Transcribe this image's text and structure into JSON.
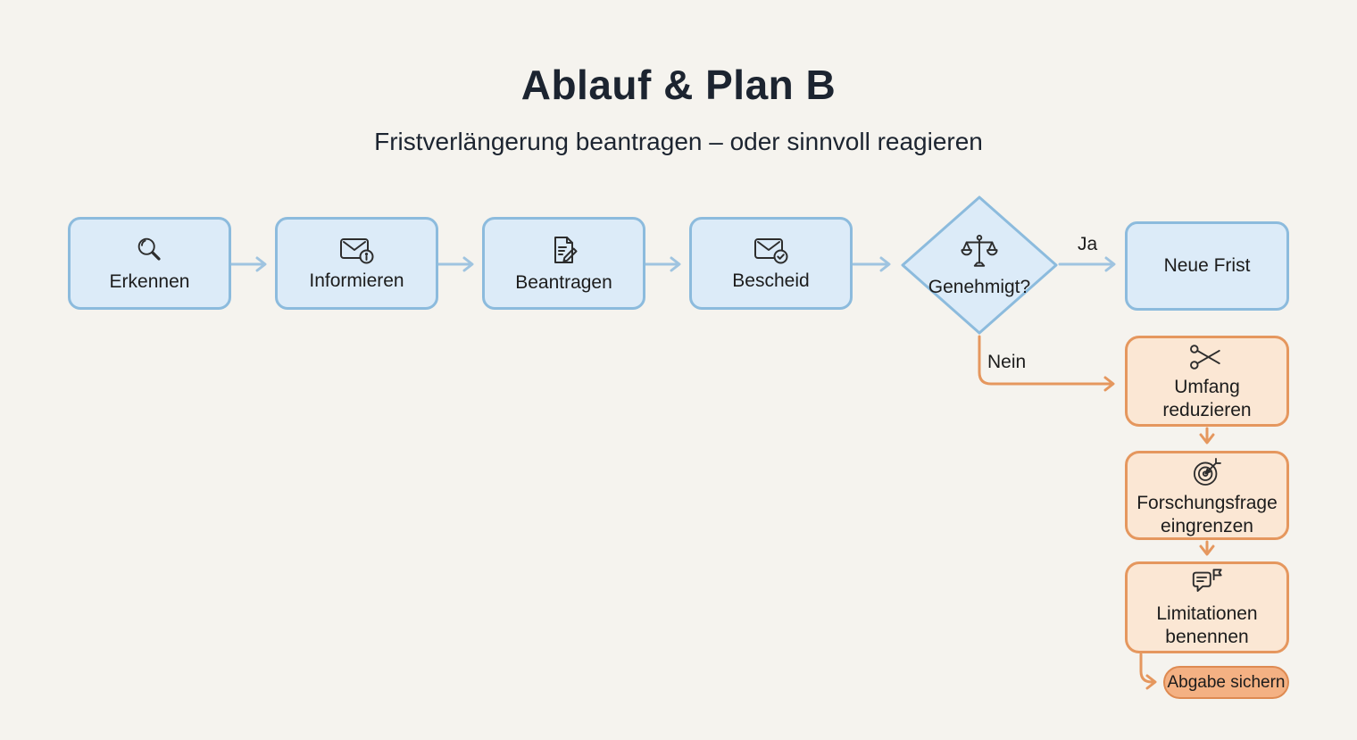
{
  "header": {
    "title": "Ablauf & Plan B",
    "subtitle": "Fristverlängerung beantragen – oder sinnvoll reagieren"
  },
  "flow": {
    "steps": [
      {
        "label": "Erkennen",
        "icon": "search-icon"
      },
      {
        "label": "Informieren",
        "icon": "mail-info-icon"
      },
      {
        "label": "Beantragen",
        "icon": "document-edit-icon"
      },
      {
        "label": "Bescheid",
        "icon": "mail-check-icon"
      }
    ],
    "decision": {
      "label": "Genehmigt?",
      "icon": "scales-icon",
      "yes_label": "Ja",
      "no_label": "Nein"
    },
    "yes_path": [
      {
        "label": "Neue Frist"
      }
    ],
    "no_path": [
      {
        "label": "Umfang reduzieren",
        "icon": "scissors-icon"
      },
      {
        "label": "Forschungsfrage eingrenzen",
        "icon": "target-icon"
      },
      {
        "label": "Limitationen benennen",
        "icon": "message-flag-icon"
      },
      {
        "label": "Abgabe sichern",
        "shape": "pill"
      }
    ]
  },
  "theme": {
    "background": "#f5f3ee",
    "blue_fill": "#dcebf8",
    "blue_border": "#8cbbdd",
    "blue_line": "#9fc4e0",
    "orange_fill": "#fbe7d4",
    "orange_border": "#e5975e",
    "orange_line": "#e5975e",
    "pill_fill": "#f4b183",
    "pill_border": "#de8a51",
    "text": "#1c1c1c",
    "title_text": "#1c2430",
    "icon_stroke": "#2d2d2d"
  }
}
